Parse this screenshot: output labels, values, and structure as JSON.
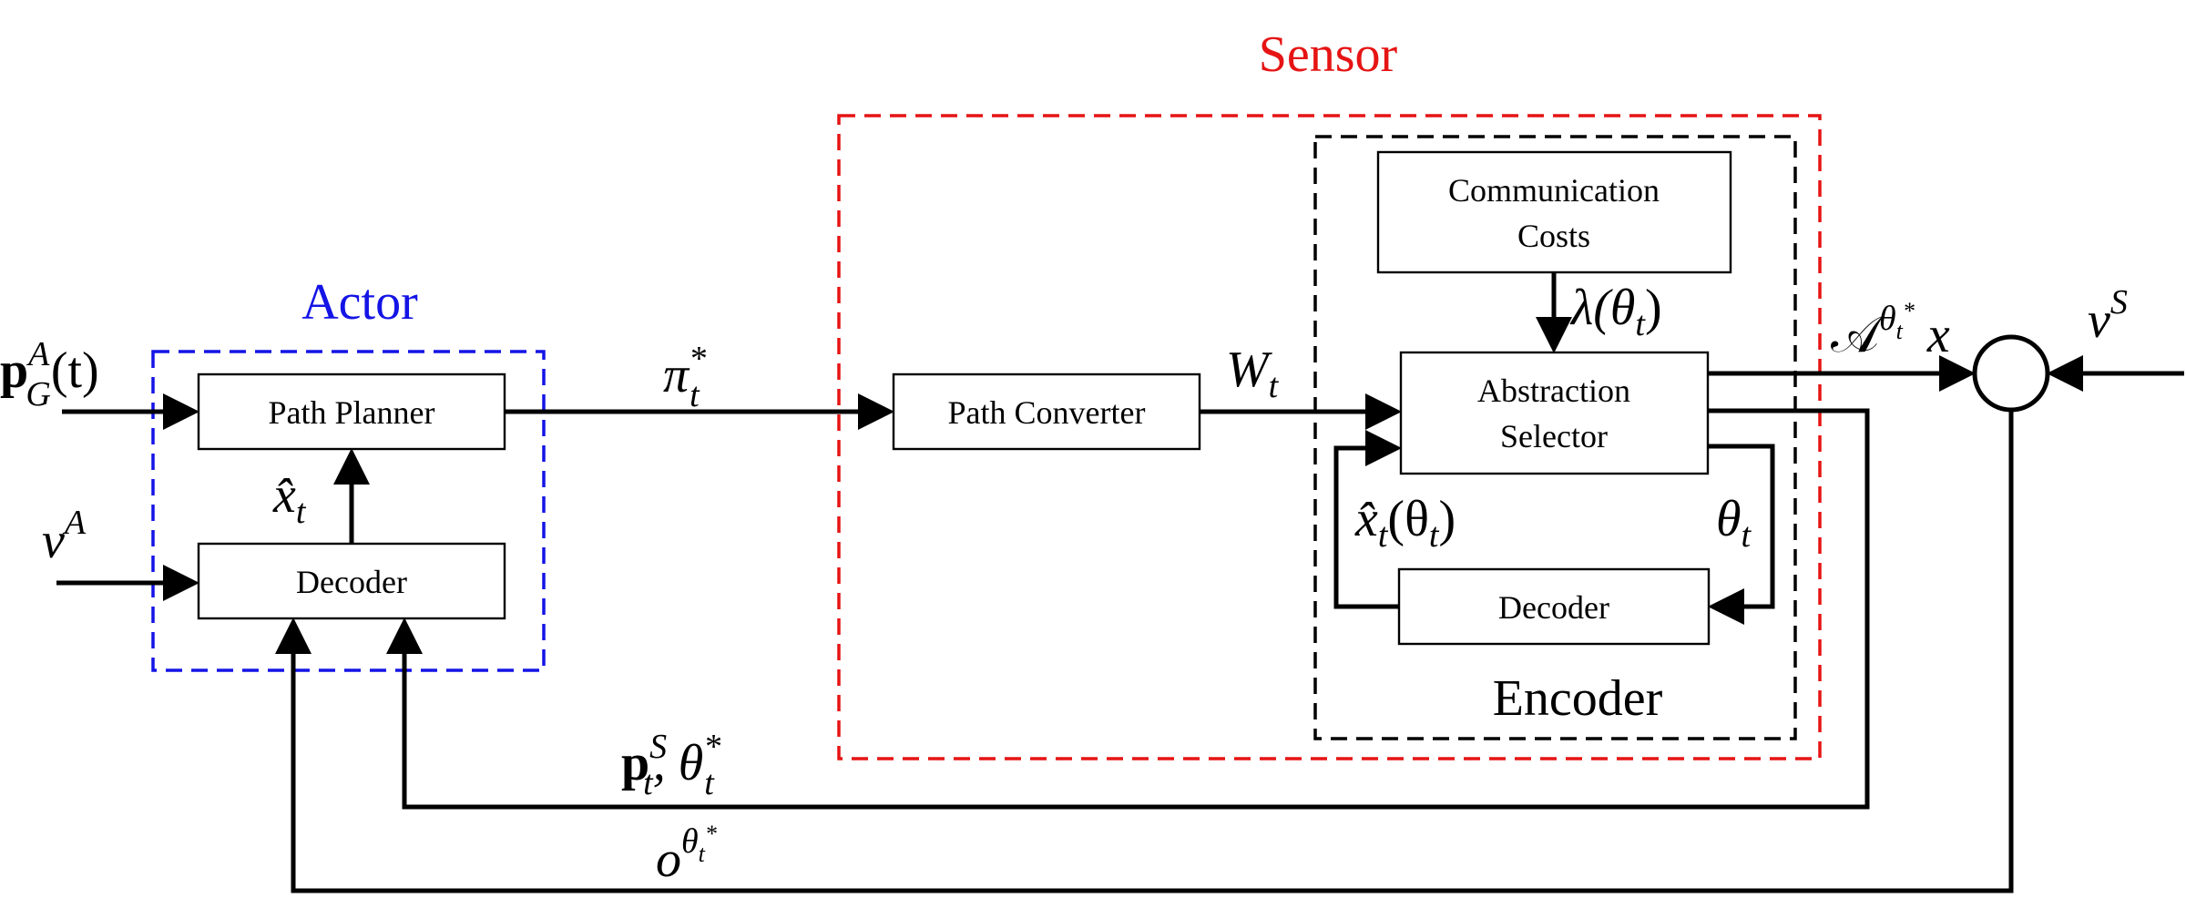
{
  "groups": {
    "actor": {
      "label": "Actor",
      "color": "#1414e6"
    },
    "sensor": {
      "label": "Sensor",
      "color": "#e61414"
    },
    "encoder": {
      "label": "Encoder",
      "color": "#000000"
    }
  },
  "blocks": {
    "path_planner": "Path Planner",
    "actor_decoder": "Decoder",
    "path_converter": "Path Converter",
    "comm_costs": [
      "Communication",
      "Costs"
    ],
    "abstraction_selector": [
      "Abstraction",
      "Selector"
    ],
    "encoder_decoder": "Decoder"
  },
  "signals": {
    "p_goal": {
      "base": "p",
      "sub": "G",
      "sup": "A",
      "tail": "(t)"
    },
    "v_actor": {
      "base": "v",
      "sup": "A"
    },
    "x_hat_actor": {
      "base": "x̂",
      "sub": "t"
    },
    "pi_star": {
      "base": "π",
      "sub": "t",
      "sup": "*"
    },
    "w_t": {
      "base": "W",
      "sub": "t"
    },
    "lambda_theta": {
      "text": "λ(θ",
      "sub": "t",
      "tail": ")"
    },
    "a_theta_x": {
      "base": "𝒜",
      "sup": "θ",
      "supsub": "t",
      "supsup": "*",
      "tail": " x"
    },
    "v_sensor": {
      "base": "v",
      "sup": "S"
    },
    "x_hat_theta": {
      "base": "x̂",
      "sub": "t",
      "tail": "(θ",
      "tailsub": "t",
      "tailend": ")"
    },
    "theta_t": {
      "base": "θ",
      "sub": "t"
    },
    "p_sensor_theta": {
      "base": "p",
      "sub": "t",
      "sup": "S",
      "mid": ", θ",
      "midsub": "t",
      "midsup": "*"
    },
    "o_theta": {
      "base": "o",
      "sup": "θ",
      "supsub": "t",
      "supsup": "*"
    }
  }
}
